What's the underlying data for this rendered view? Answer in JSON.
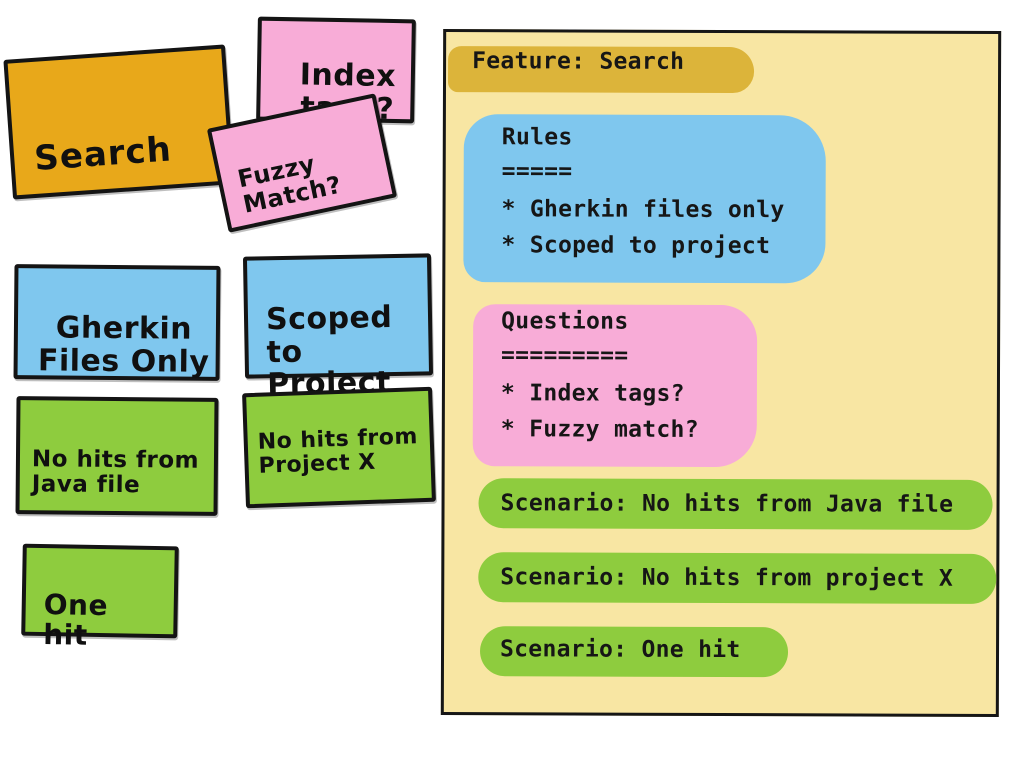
{
  "colors": {
    "orange": "#e8a81a",
    "pink": "#f8acd7",
    "blue": "#7fc7ee",
    "green": "#8ecc3e",
    "paper": "#f8e6a3",
    "feature_highlight": "#dcb43a",
    "ink": "#141414"
  },
  "cards": {
    "search": "Search",
    "index_tags": "Index\ntags?",
    "fuzzy_match": "Fuzzy\nMatch?",
    "gherkin_files_only": "Gherkin\nFiles Only",
    "scoped_to_project": "Scoped to\nProject",
    "no_hits_java": "No hits from\nJava file",
    "no_hits_project_x": "No hits from\nProject X",
    "one_hit": "One\nhit"
  },
  "feature_file": {
    "feature_line": "Feature: Search",
    "rules": {
      "heading": "Rules",
      "underline": "=====",
      "items": [
        "* Gherkin files only",
        "* Scoped to project"
      ]
    },
    "questions": {
      "heading": "Questions",
      "underline": "=========",
      "items": [
        "* Index tags?",
        "* Fuzzy match?"
      ]
    },
    "scenarios": [
      "Scenario: No hits from Java file",
      "Scenario: No hits from project X",
      "Scenario: One hit"
    ]
  }
}
